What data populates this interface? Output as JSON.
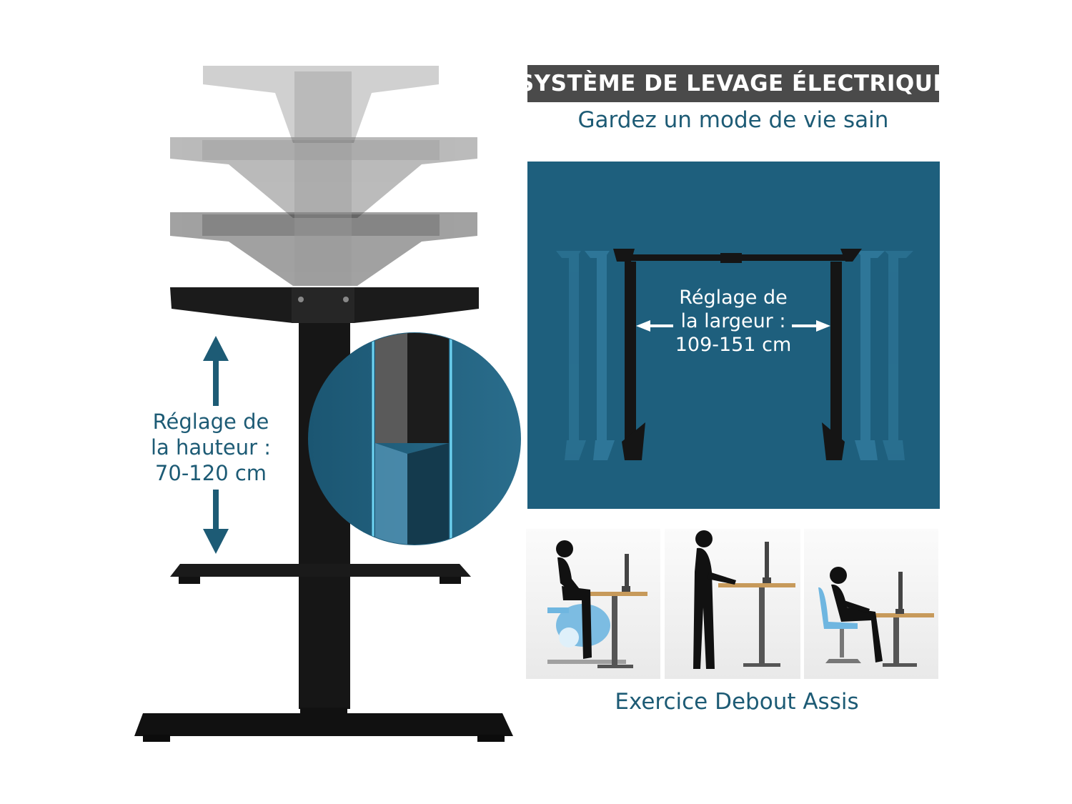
{
  "header": {
    "title": "SYSTÈME DE LEVAGE ÉLECTRIQUE",
    "subtitle": "Gardez un mode de vie sain"
  },
  "height_adjustment": {
    "line1": "Réglage de",
    "line2": "la hauteur :",
    "line3": "70-120 cm"
  },
  "width_adjustment": {
    "line1": "Réglage de",
    "line2": "la largeur :",
    "line3": "109-151 cm"
  },
  "caption": "Exercice Debout Assis",
  "colors": {
    "accent": "#1d5b75",
    "panel_blue": "#1e5f7d",
    "banner_gray": "#4a4a4a",
    "frame_black": "#161616",
    "seat_blue": "#6fb6e0",
    "desktop_wood": "#c79a5b"
  }
}
